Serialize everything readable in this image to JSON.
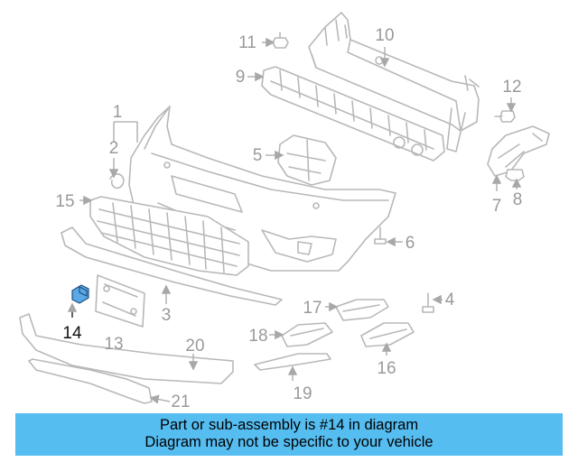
{
  "diagram": {
    "callouts": {
      "c1": "1",
      "c2": "2",
      "c3": "3",
      "c4": "4",
      "c5": "5",
      "c6": "6",
      "c7": "7",
      "c8": "8",
      "c9": "9",
      "c10": "10",
      "c11": "11",
      "c12": "12",
      "c13": "13",
      "c14": "14",
      "c15": "15",
      "c16": "16",
      "c17": "17",
      "c18": "18",
      "c19": "19",
      "c20": "20",
      "c21": "21"
    },
    "highlighted_part": "14",
    "colors": {
      "line": "#b8b8b8",
      "highlight_part": "#5aa9e6",
      "highlight_label": "#111111",
      "banner": "#56bdf1"
    }
  },
  "banner": {
    "line1": "Part or sub-assembly is #14 in diagram",
    "line2": "Diagram may not be specific to your vehicle"
  }
}
